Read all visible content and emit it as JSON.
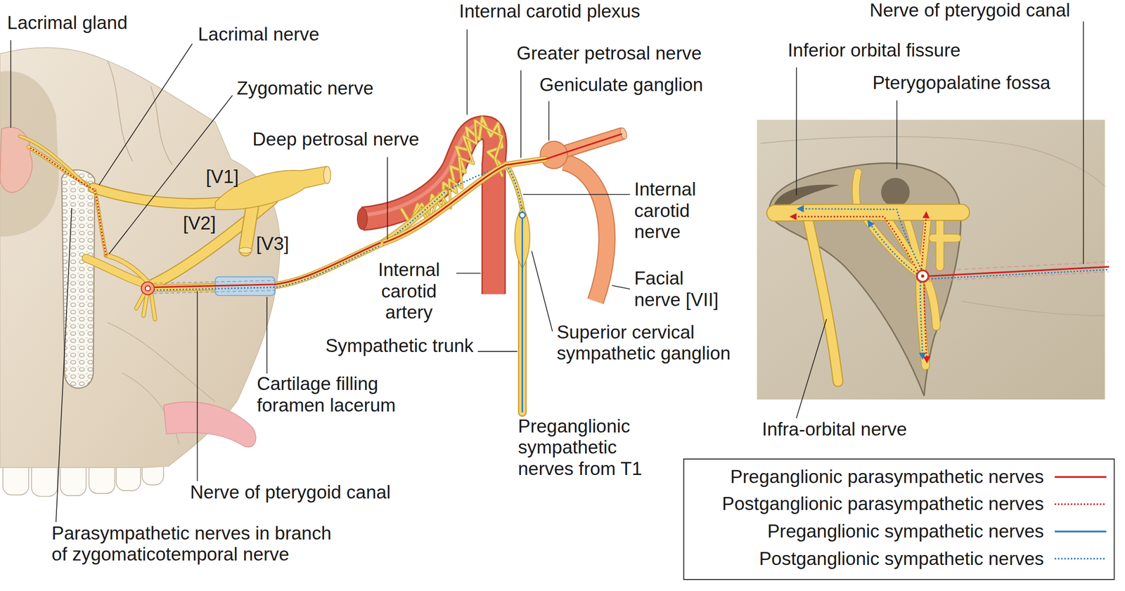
{
  "diagram": {
    "labels": [
      "Lacrimal gland",
      "Lacrimal nerve",
      "Zygomatic nerve",
      "Deep petrosal nerve",
      "Internal carotid plexus",
      "Greater petrosal nerve",
      "Geniculate ganglion",
      "Nerve of pterygoid canal",
      "Inferior orbital fissure",
      "Pterygopalatine fossa",
      "[V1]",
      "[V2]",
      "[V3]",
      "Internal carotid nerve",
      "Facial nerve [VII]",
      "Internal carotid artery",
      "Sympathetic trunk",
      "Superior cervical sympathetic ganglion",
      "Cartilage filling foramen lacerum",
      "Preganglionic sympathetic nerves from T1",
      "Infra-orbital nerve",
      "Nerve of pterygoid canal",
      "Parasympathetic nerves in branch of zygomaticotemporal nerve"
    ],
    "legend": [
      {
        "text": "Preganglionic parasympathetic nerves"
      },
      {
        "text": "Postganglionic parasympathetic nerves"
      },
      {
        "text": "Preganglionic sympathetic nerves"
      },
      {
        "text": "Postganglionic sympathetic nerves"
      }
    ]
  }
}
